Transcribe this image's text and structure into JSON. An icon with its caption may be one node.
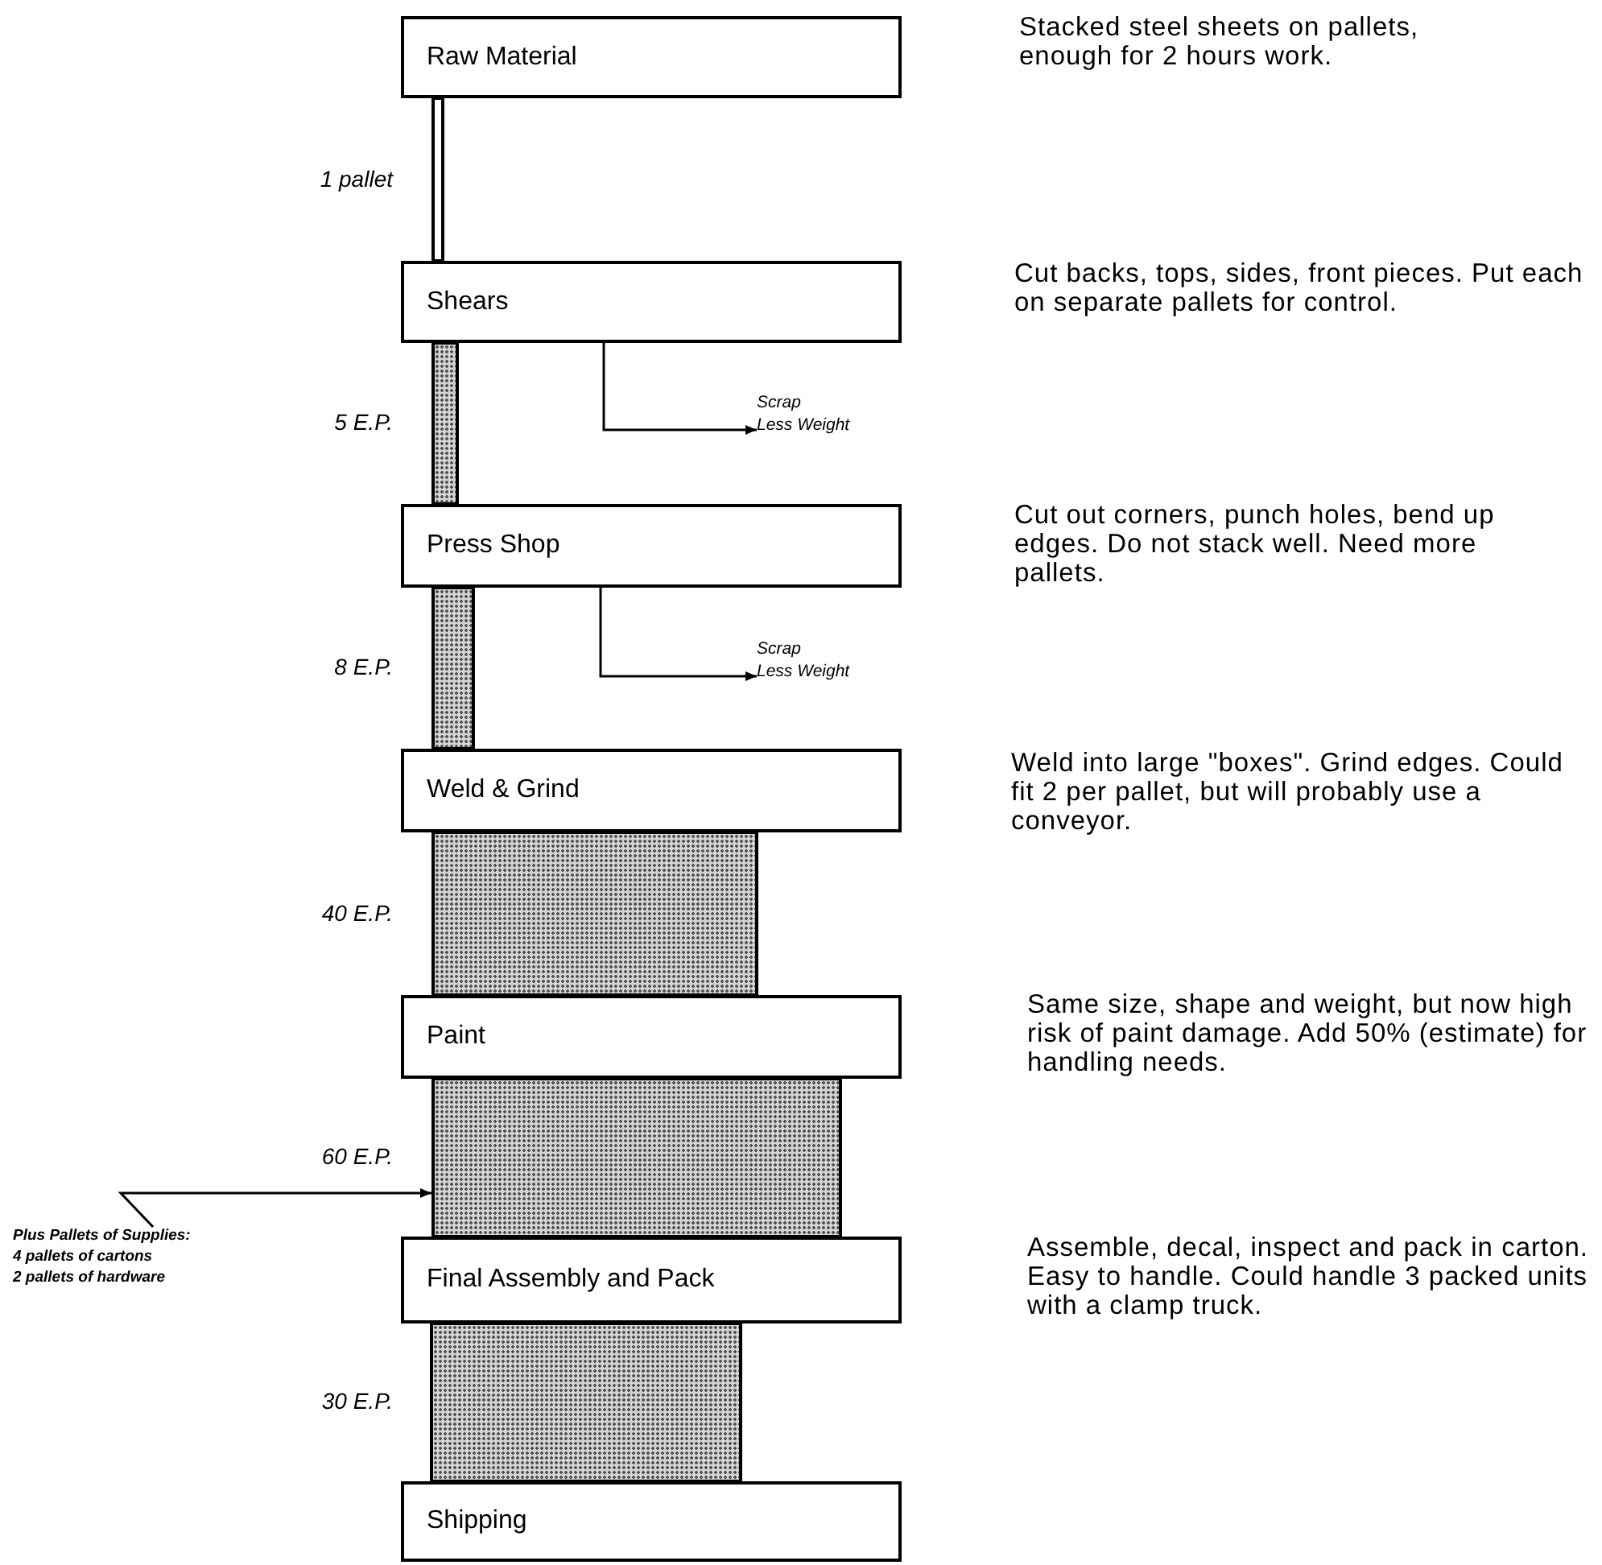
{
  "diagram": {
    "nodes": [
      {
        "text": [
          "Raw Material"
        ]
      },
      {
        "text": [],
        "shape": "bar",
        "beside": [
          "1 pallet"
        ]
      },
      {
        "text": [
          "Shears"
        ]
      },
      {
        "text": [],
        "shape": "bar",
        "beside": [
          "5 E.P."
        ]
      },
      {
        "text": [
          "Scrap",
          "Less Weight"
        ]
      },
      {
        "text": [
          "Press Shop"
        ]
      },
      {
        "text": [],
        "shape": "bar",
        "beside": [
          "8 E.P."
        ]
      },
      {
        "text": [
          "Scrap",
          "Less Weight"
        ]
      },
      {
        "text": [
          "Weld & Grind"
        ]
      },
      {
        "text": [],
        "shape": "bar",
        "beside": [
          "40 E.P."
        ]
      },
      {
        "text": [
          "Paint"
        ]
      },
      {
        "text": [],
        "shape": "bar",
        "beside": [
          "60 E.P."
        ]
      },
      {
        "text": [
          "Plus Pallets of Supplies:",
          "4 pallets of cartons",
          "2 pallets of hardware"
        ]
      },
      {
        "text": [
          "Final Assembly and Pack"
        ]
      },
      {
        "text": [],
        "shape": "bar",
        "beside": [
          "30 E.P."
        ]
      },
      {
        "text": [
          "Shipping"
        ]
      }
    ],
    "edges": [
      {
        "from": 2,
        "to": 4,
        "arrow": "to"
      },
      {
        "from": 5,
        "to": 7,
        "arrow": "to"
      },
      {
        "from": 12,
        "to": 11,
        "arrow": "to"
      }
    ],
    "labels": [
      "Stacked steel sheets on pallets, enough for 2 hours work.",
      "Cut backs, tops, sides, front pieces. Put each on separate pallets for control.",
      "Cut out corners, punch holes, bend up edges. Do not stack well. Need more pallets.",
      "Weld into large \"boxes\". Grind edges. Could fit 2 per pallet, but will probably use a conveyor.",
      "Same size, shape and weight, but now high risk of paint damage. Add 50% (estimate) for handling needs.",
      "Assemble, decal, inspect and pack in carton. Easy to handle. Could handle 3 packed units with a clamp truck."
    ]
  }
}
